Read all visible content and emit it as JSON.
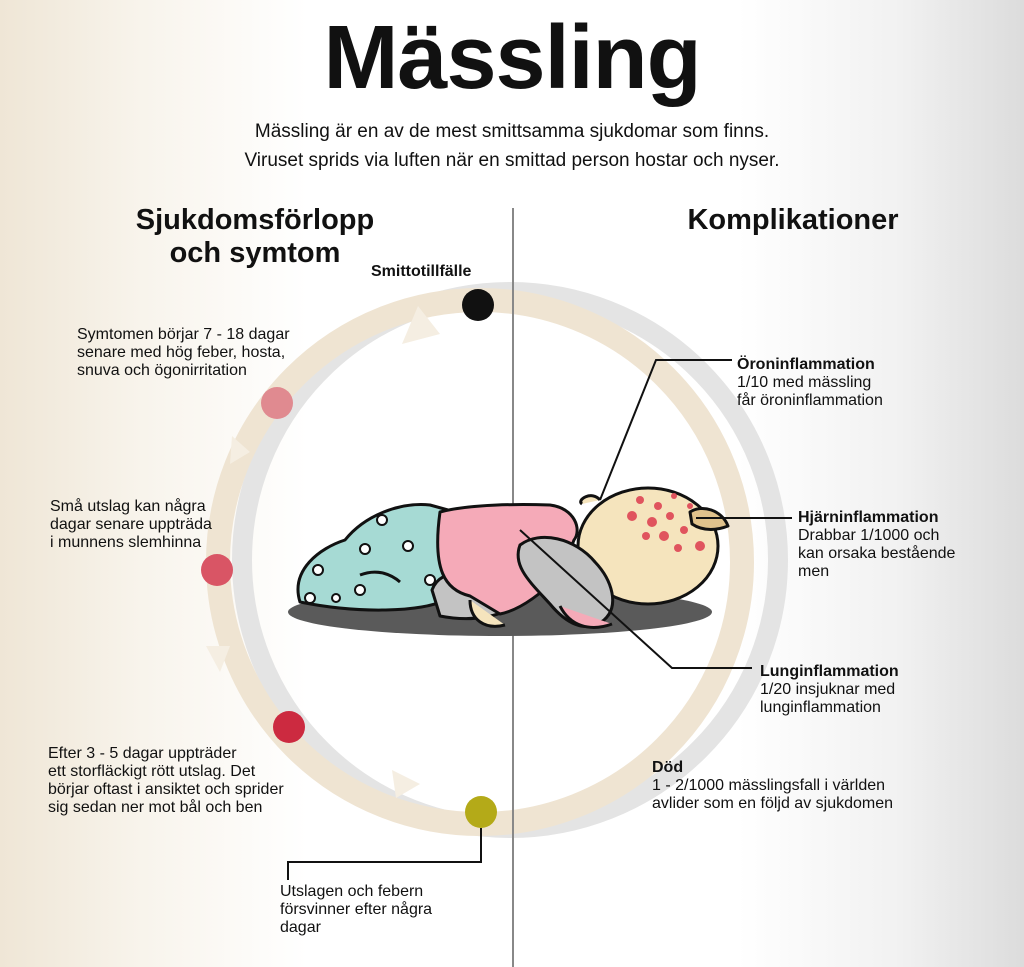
{
  "title": "Mässling",
  "intro": [
    "Mässling är en av de mest smittsamma sjukdomar som finns.",
    "Viruset sprids via luften när en smittad person hostar och nyser."
  ],
  "left": {
    "heading_lines": [
      "Sjukdomsförlopp",
      "och symtom"
    ],
    "stages": [
      {
        "title": "Smittotillfälle",
        "color": "#111111"
      },
      {
        "lines": [
          "Symtomen börjar 7 - 18 dagar",
          "senare med hög feber, hosta,",
          "snuva och ögonirritation"
        ],
        "color": "#e08a90"
      },
      {
        "lines": [
          "Små utslag kan några",
          "dagar senare uppträda",
          "i munnens slemhinna"
        ],
        "color": "#d95565"
      },
      {
        "lines": [
          "Efter 3 - 5 dagar uppträder",
          "ett storfläckigt rött utslag. Det",
          "börjar oftast i ansiktet och sprider",
          "sig sedan ner mot bål och ben"
        ],
        "color": "#cc2a40"
      },
      {
        "lines": [
          "Utslagen och febern",
          "försvinner efter några",
          "dagar"
        ],
        "color": "#b4aa18"
      }
    ]
  },
  "right": {
    "heading": "Komplikationer",
    "complications": [
      {
        "title": "Öroninflammation",
        "lines": [
          "1/10 med mässling",
          "får öroninflammation"
        ]
      },
      {
        "title": "Hjärninflammation",
        "lines": [
          "Drabbar 1/1000 och",
          "kan orsaka bestående",
          "men"
        ]
      },
      {
        "title": "Lunginflammation",
        "lines": [
          "1/20 insjuknar med",
          "lunginflammation"
        ]
      },
      {
        "title": "Död",
        "lines": [
          "1 - 2/1000 mässlingsfall i världen",
          "avlider som en följd av sjukdomen"
        ]
      }
    ]
  },
  "colors": {
    "cycle_ring": "#efe4d2",
    "complication_ring": "#e4e4e4",
    "divider": "#888888",
    "pajamas": "#a6dad4",
    "sweater": "#f5aab8",
    "skin": "#f5e4bd",
    "rash_spot": "#e0545e",
    "shadow": "#5a5a5a",
    "gray_limb": "#c3c3c3",
    "hair": "#e0c28c"
  },
  "icons": [
    "sleeping-child-illustration",
    "cycle-arrow-icon",
    "measles-rash-spot-icon"
  ]
}
